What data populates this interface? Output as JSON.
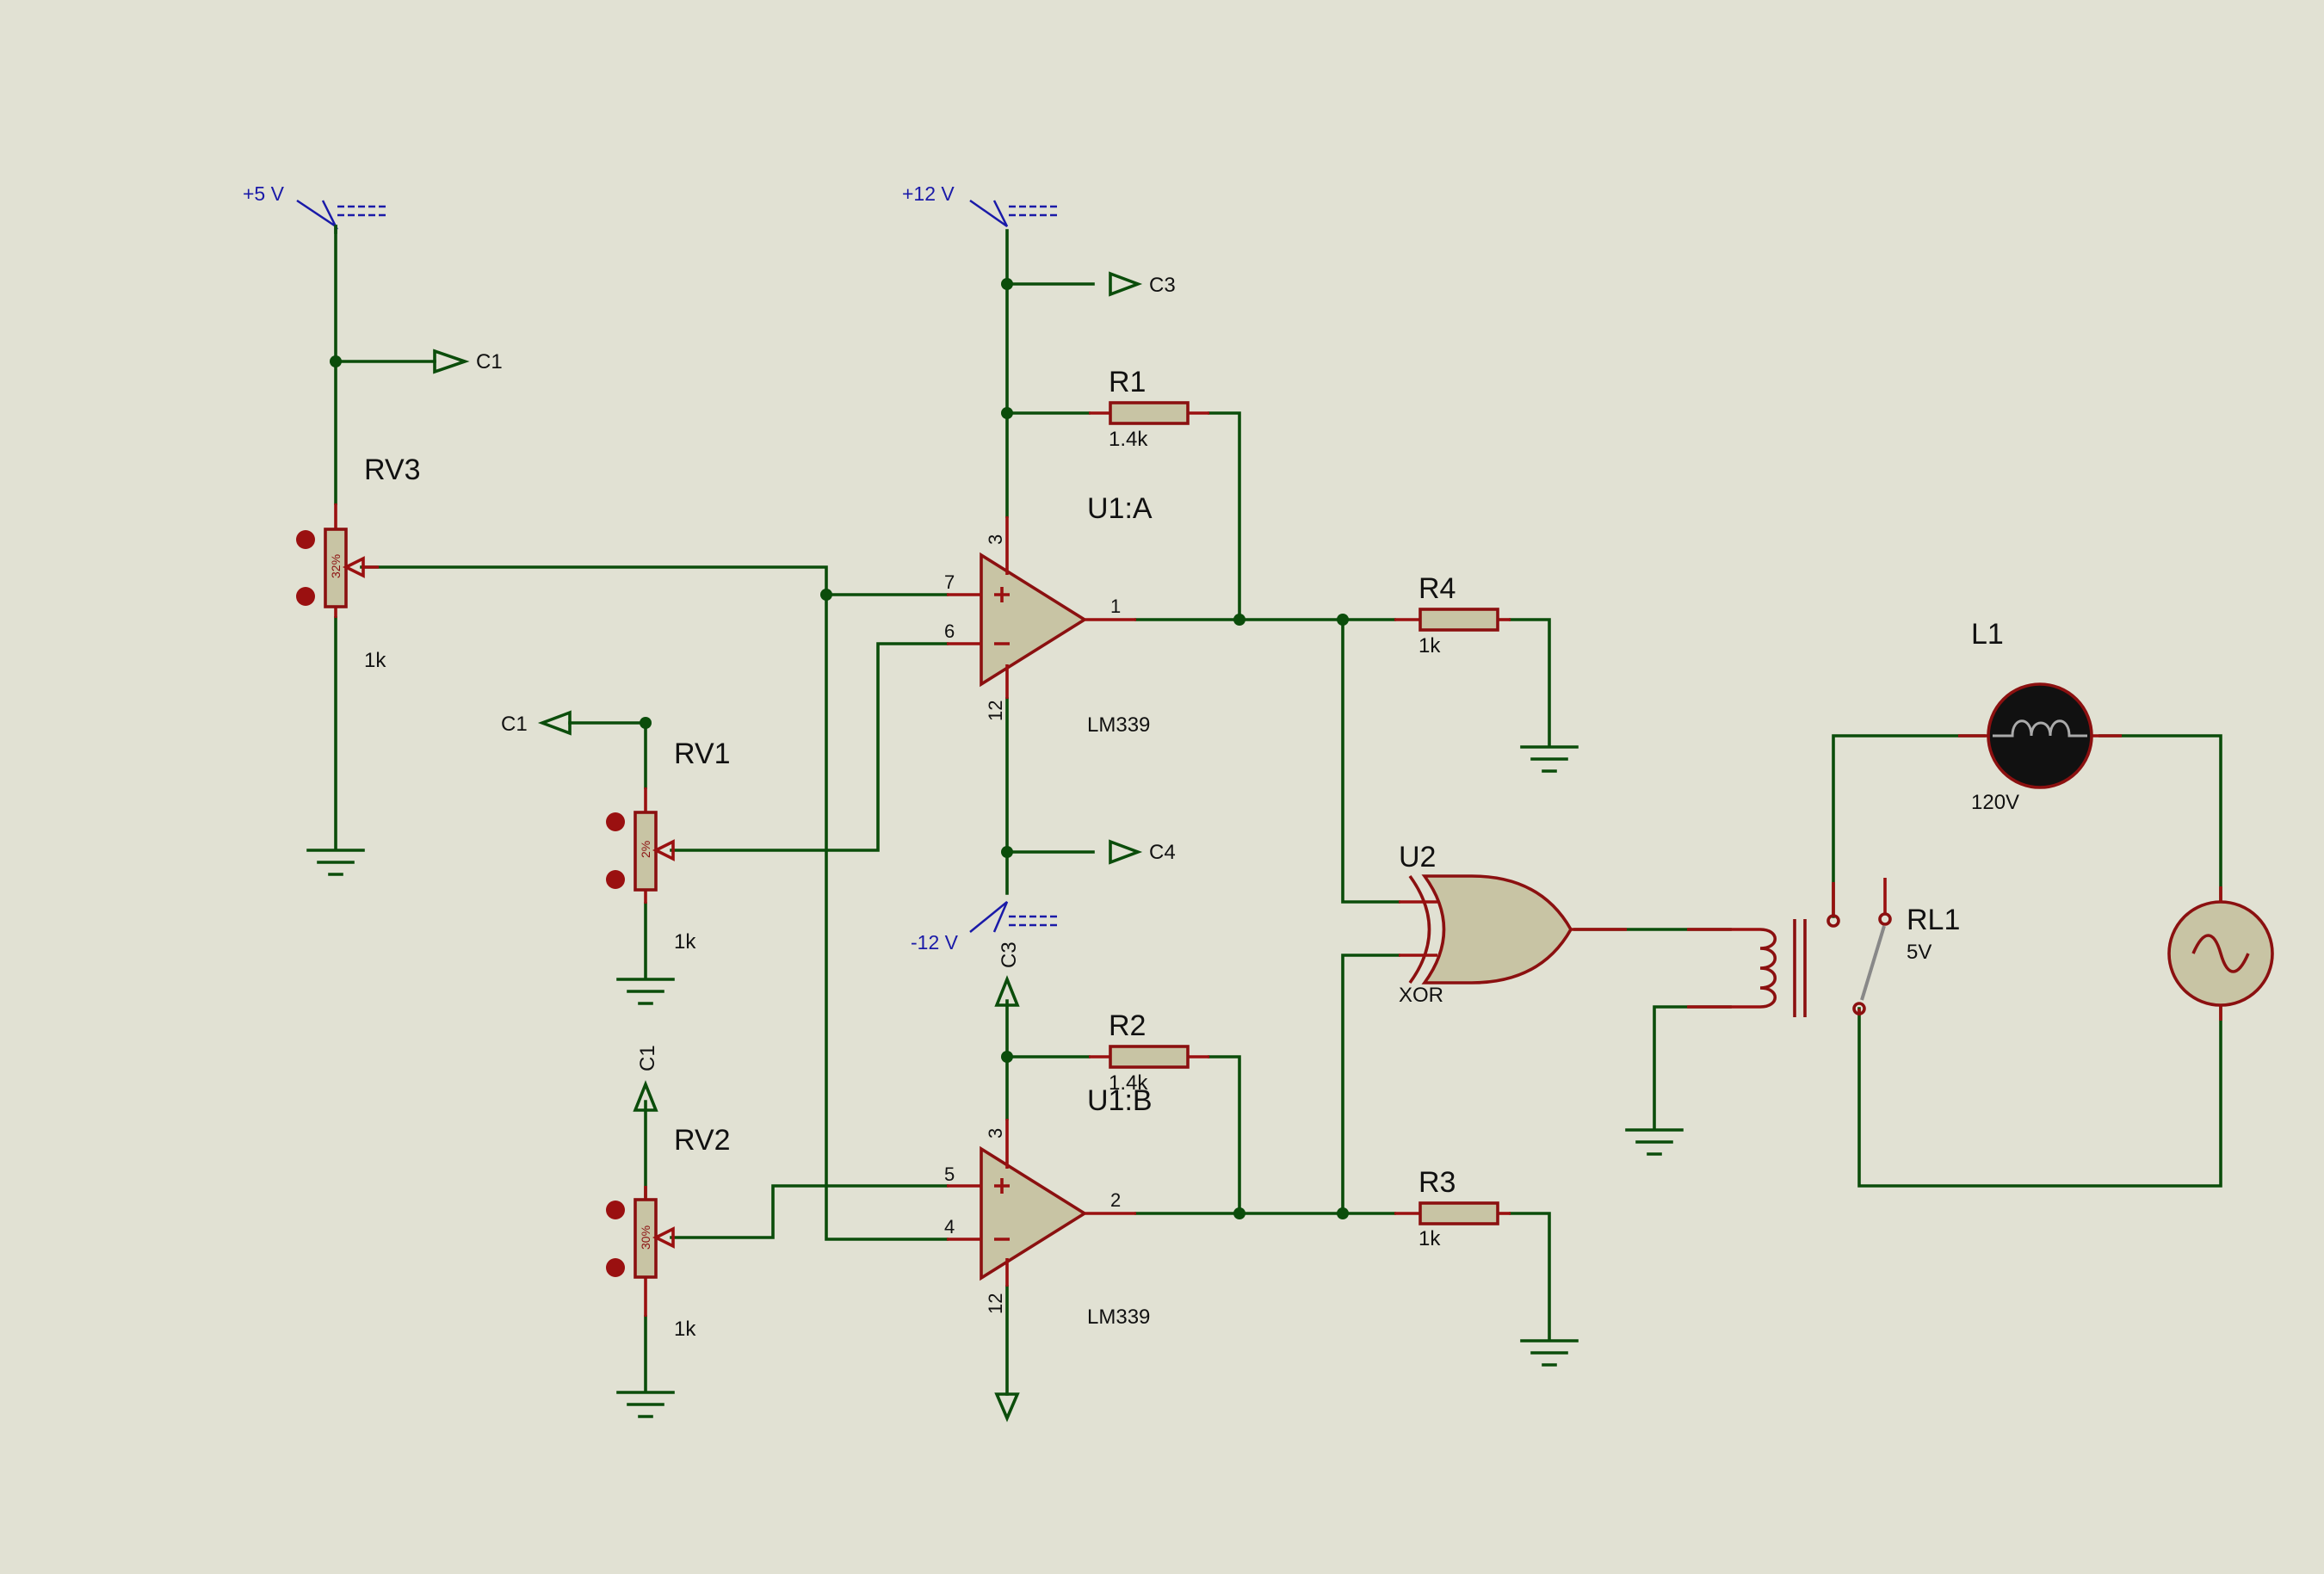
{
  "components": {
    "rv3": {
      "name": "RV3",
      "value": "1k",
      "setting": "32%"
    },
    "rv1": {
      "name": "RV1",
      "value": "1k",
      "setting": "2%"
    },
    "rv2": {
      "name": "RV2",
      "value": "1k",
      "setting": "30%"
    },
    "r1": {
      "name": "R1",
      "value": "1.4k"
    },
    "r2": {
      "name": "R2",
      "value": "1.4k"
    },
    "r3": {
      "name": "R3",
      "value": "1k"
    },
    "r4": {
      "name": "R4",
      "value": "1k"
    },
    "u1a": {
      "name": "U1:A",
      "part": "LM339",
      "pins": {
        "plus": "7",
        "minus": "6",
        "out": "1",
        "vcc": "3",
        "gnd": "12"
      }
    },
    "u1b": {
      "name": "U1:B",
      "part": "LM339",
      "pins": {
        "plus": "5",
        "minus": "4",
        "out": "2",
        "vcc": "3",
        "gnd": "12"
      }
    },
    "u2": {
      "name": "U2",
      "type": "XOR"
    },
    "l1": {
      "name": "L1",
      "value": "120V"
    },
    "rl1": {
      "name": "RL1",
      "value": "5V"
    }
  },
  "power": {
    "p5": "+5 V",
    "p12": "+12 V",
    "n12": "-12 V"
  },
  "terminals": {
    "c1": "C1",
    "c3": "C3",
    "c4": "C4"
  },
  "colors": {
    "background": "#e1e1d3",
    "wire": "#0b4d0b",
    "component": "#8b1010",
    "fill": "#c8c4a4",
    "power": "#1a1aa8"
  }
}
